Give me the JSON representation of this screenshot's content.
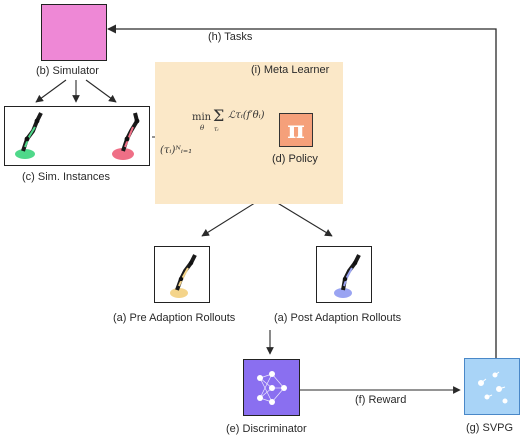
{
  "nodes": {
    "simulator": {
      "label": "(b) Simulator",
      "color": "#ee88d6"
    },
    "sim_instances": {
      "label": "(c) Sim. Instances"
    },
    "meta_learner": {
      "label": "(i) Meta Learner",
      "color": "#fbe8c8"
    },
    "policy": {
      "label": "(d) Policy",
      "symbol": "π",
      "color": "#f5a07a"
    },
    "pre_rollouts": {
      "label": "(a) Pre Adaption Rollouts"
    },
    "post_rollouts": {
      "label": "(a) Post Adaption Rollouts"
    },
    "discriminator": {
      "label": "(e) Discriminator",
      "color": "#8a6ff0"
    },
    "svpg": {
      "label": "(g) SVPG",
      "color": "#a9d4f7"
    }
  },
  "edges": {
    "tasks": "(h) Tasks",
    "reward": "(f) Reward"
  },
  "math": {
    "objective_min": "min",
    "objective_sub": "θ",
    "objective_sum": "Σ",
    "objective_sum_sub": "τᵢ",
    "objective_loss": "ℒτᵢ(f′θᵢ)",
    "task_set": "(τᵢ)ᴺᵢ₌₁"
  }
}
